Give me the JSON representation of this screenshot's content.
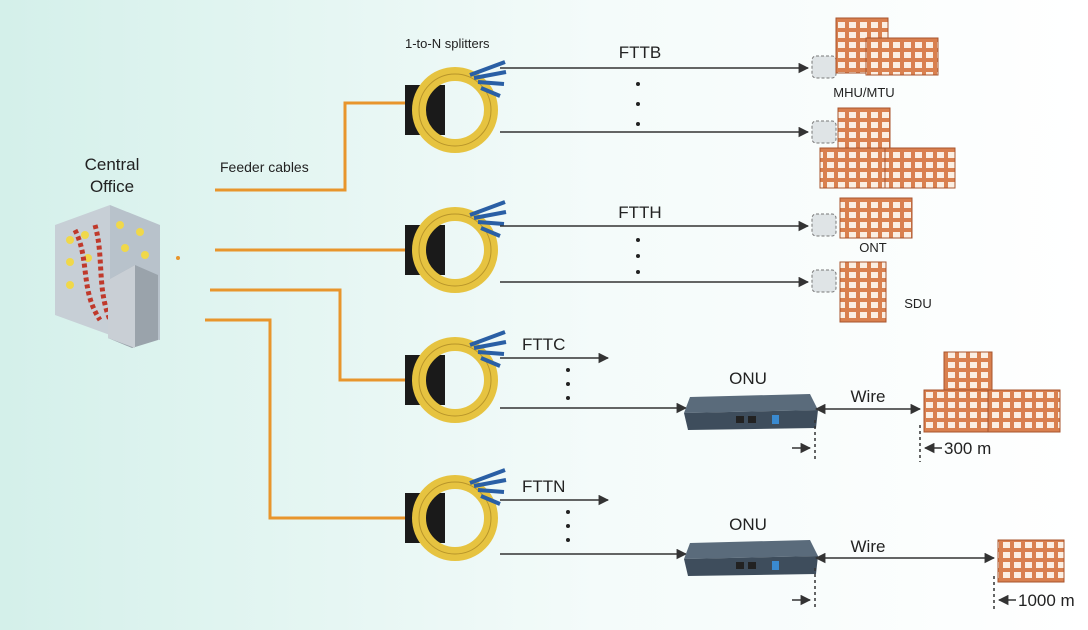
{
  "central_office": {
    "line1": "Central",
    "line2": "Office"
  },
  "feeder_label": "Feeder cables",
  "splitter_label": "1-to-N splitters",
  "branches": [
    {
      "name": "FTTB",
      "end_label": "MHU/MTU"
    },
    {
      "name": "FTTH",
      "end_label_1": "ONT",
      "end_label_2": "SDU"
    },
    {
      "name": "FTTC",
      "device": "ONU",
      "link": "Wire",
      "distance": "300 m"
    },
    {
      "name": "FTTN",
      "device": "ONU",
      "link": "Wire",
      "distance": "1000 m"
    }
  ],
  "colors": {
    "feeder": "#e8952c",
    "fiber_coil": "#e6c340",
    "brick": "#d9804f",
    "onu": "#4a5a6a"
  }
}
